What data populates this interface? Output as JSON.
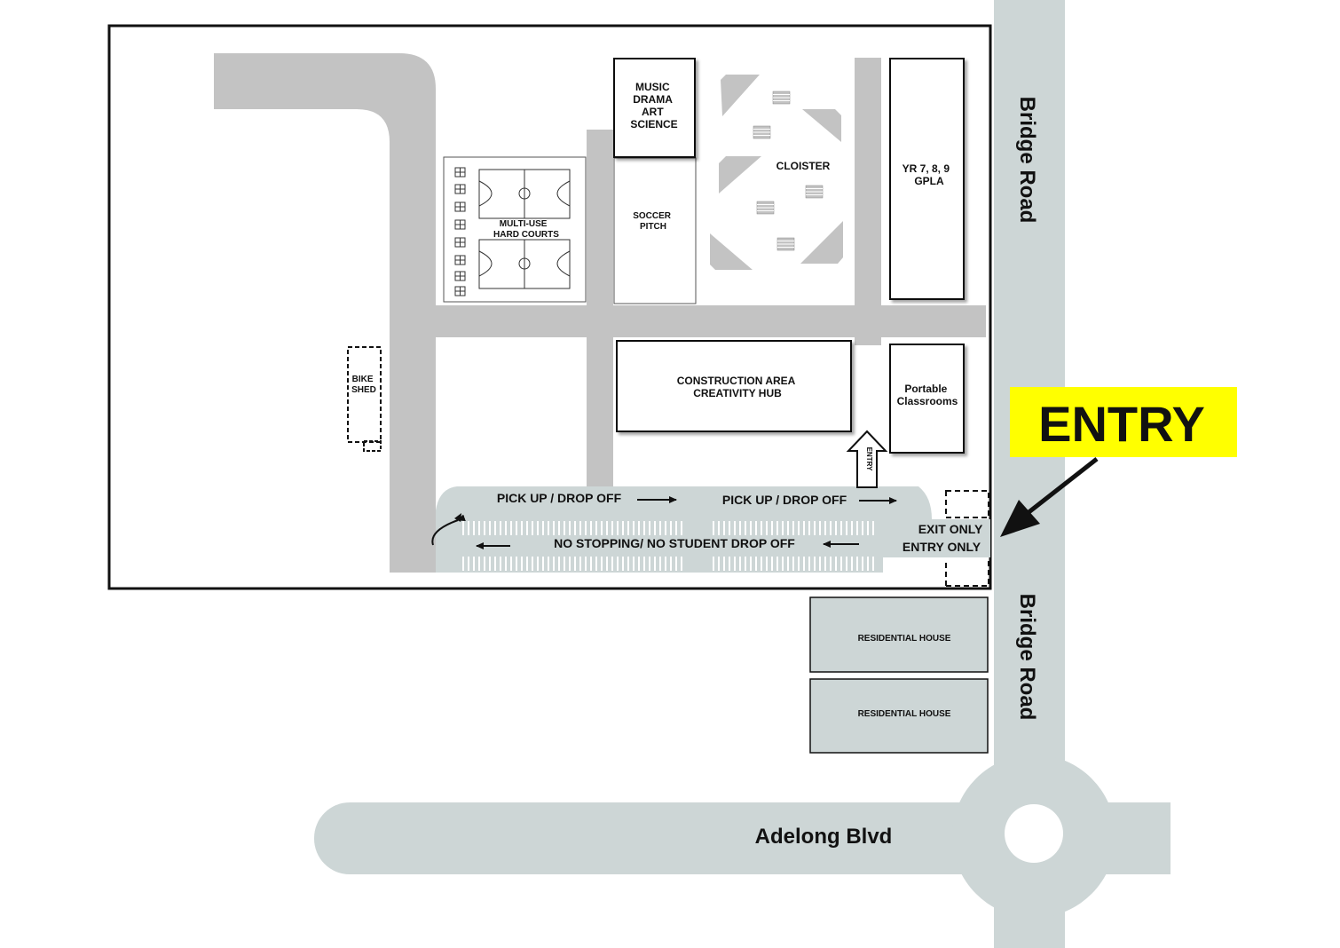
{
  "colors": {
    "road": "#cdd6d6",
    "internal_path": "#c3c3c3",
    "building_fill": "#ffffff",
    "residential_fill": "#cdd6d6",
    "entry_highlight": "#ffff00",
    "ink": "#111111"
  },
  "buildings": {
    "music": [
      "MUSIC",
      "DRAMA",
      "ART",
      "SCIENCE"
    ],
    "yr": [
      "YR 7, 8, 9",
      "GPLA"
    ],
    "construction": [
      "CONSTRUCTION AREA",
      "CREATIVITY HUB"
    ],
    "portable": [
      "Portable",
      "Classrooms"
    ],
    "cloister": "CLOISTER",
    "soccer": [
      "SOCCER",
      "PITCH"
    ],
    "courts": [
      "MULTI-USE",
      "HARD COURTS"
    ],
    "bike": [
      "BIKE",
      "SHED"
    ]
  },
  "residential": [
    "RESIDENTIAL HOUSE",
    "RESIDENTIAL HOUSE"
  ],
  "roads": {
    "bridge_upper": "Bridge Road",
    "bridge_lower": "Bridge Road",
    "adelong": "Adelong Blvd"
  },
  "lanes": {
    "pickup_left": "PICK UP / DROP OFF",
    "pickup_right": "PICK UP / DROP OFF",
    "no_stopping": "NO STOPPING/ NO STUDENT DROP OFF",
    "exit_only": "EXIT ONLY",
    "entry_only": "ENTRY ONLY"
  },
  "entry_sign": "ENTRY",
  "entry_small": "ENTRY"
}
